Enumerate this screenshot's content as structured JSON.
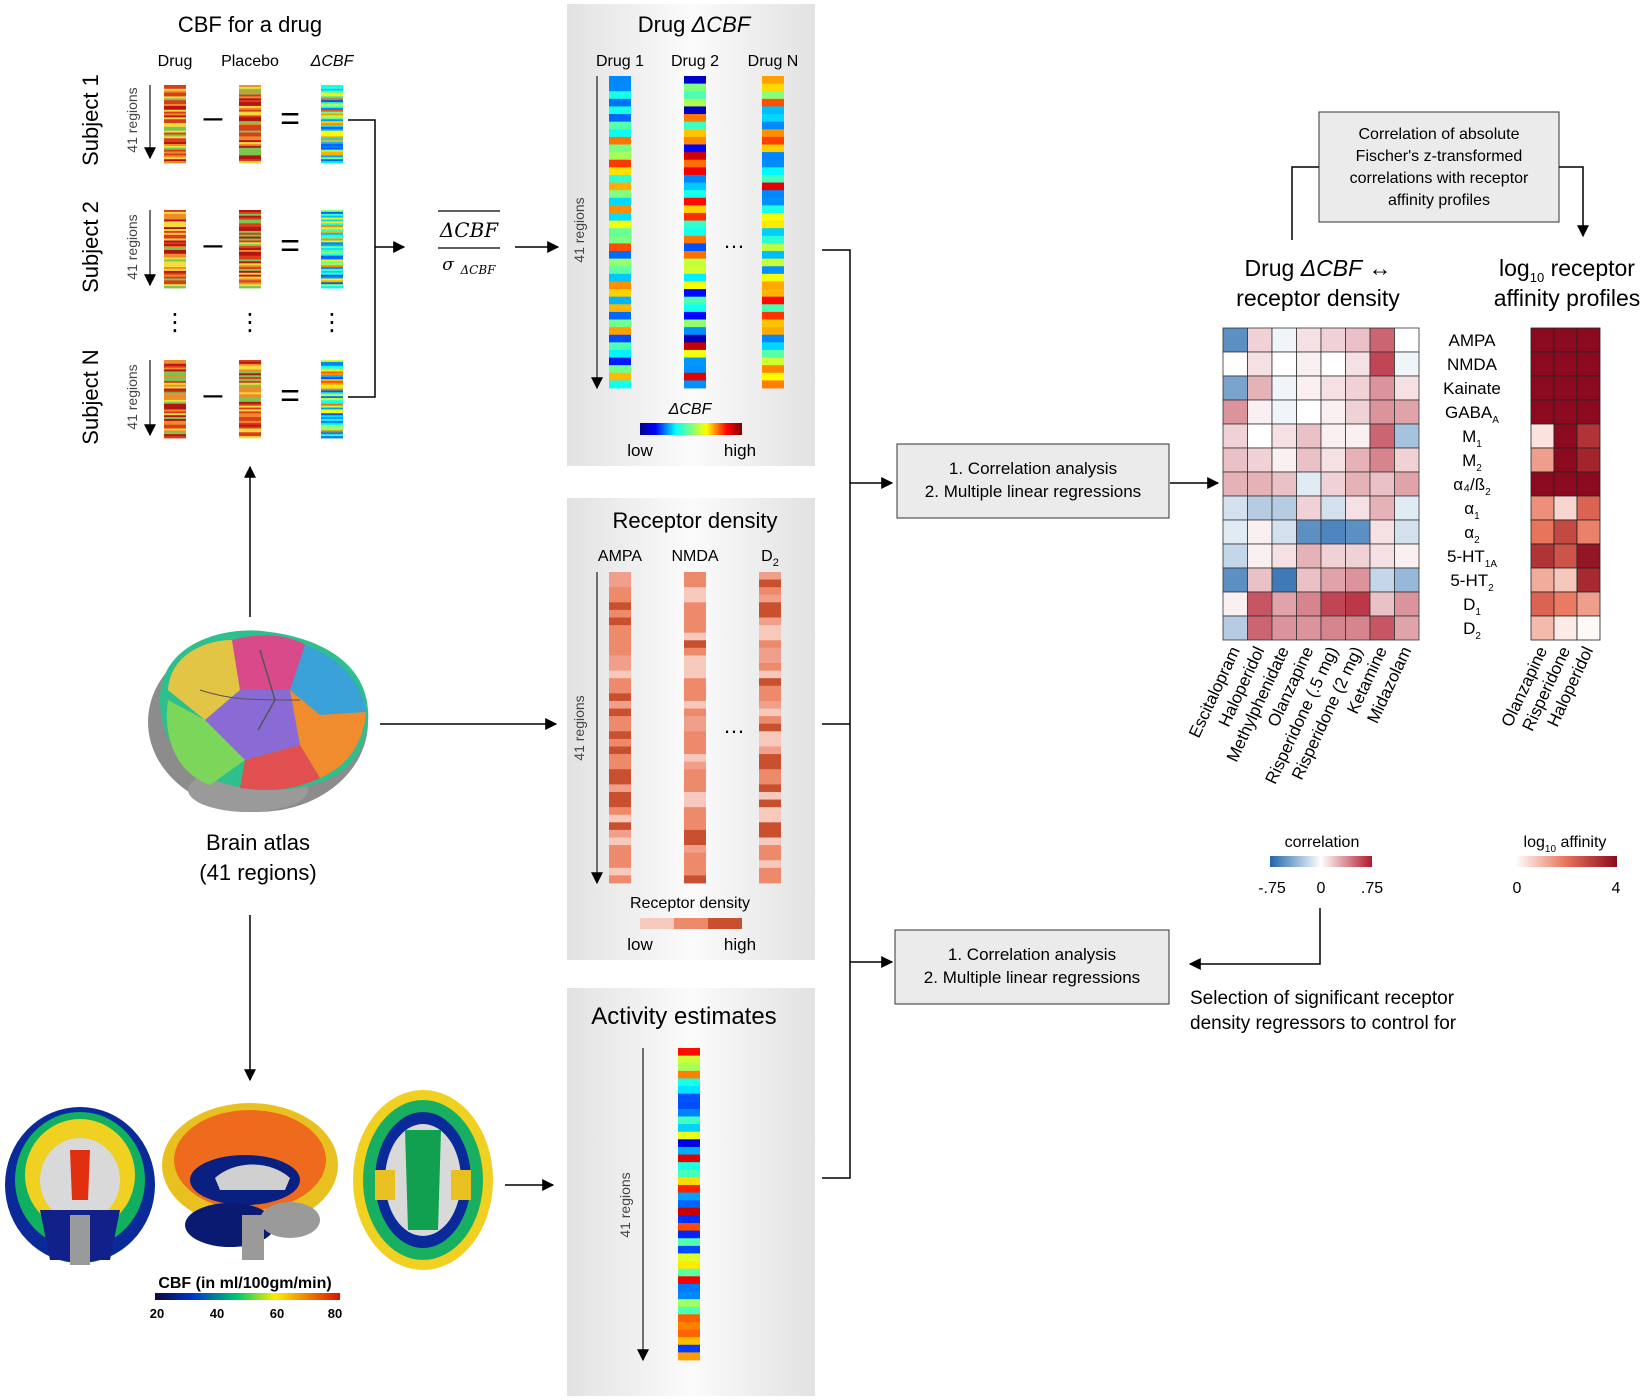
{
  "cbf_section": {
    "title": "CBF for a drug",
    "col_labels": [
      "Drug",
      "Placebo",
      "ΔCBF"
    ],
    "subjects": [
      "Subject 1",
      "Subject 2",
      "Subject N"
    ],
    "regions_label": "41 regions",
    "minus": "–",
    "equals": "=",
    "ellipsis": "⋮"
  },
  "normalization": {
    "numerator": "ΔCBF",
    "denominator": "σ",
    "denominator_sub": "ΔCBF"
  },
  "drug_dcbf": {
    "title_prefix": "Drug ",
    "title_italic": "ΔCBF",
    "col_labels": [
      "Drug 1",
      "Drug 2",
      "Drug N"
    ],
    "regions_label": "41 regions",
    "ellipsis": "…",
    "colorbar_label": "ΔCBF",
    "low": "low",
    "high": "high"
  },
  "receptor_density": {
    "title": "Receptor density",
    "col_labels": [
      "AMPA",
      "NMDA",
      "D"
    ],
    "d_sub": "2",
    "regions_label": "41 regions",
    "ellipsis": "…",
    "colorbar_label": "Receptor density",
    "low": "low",
    "high": "high"
  },
  "activity": {
    "title": "Activity estimates",
    "regions_label": "41 regions"
  },
  "brain_atlas": {
    "line1": "Brain atlas",
    "line2": "(41 regions)"
  },
  "cbf_map": {
    "label": "CBF (in ml/100gm/min)",
    "ticks": [
      "20",
      "40",
      "60",
      "80"
    ]
  },
  "analysis_box_1": {
    "line1": "1. Correlation analysis",
    "line2": "2. Multiple linear regressions"
  },
  "analysis_box_2": {
    "line1": "1. Correlation analysis",
    "line2": "2. Multiple linear regressions"
  },
  "fisher_box": {
    "lines": [
      "Correlation of absolute",
      "Fischer's z-transformed",
      "correlations with receptor",
      "affinity profiles"
    ]
  },
  "heatmap_corr": {
    "title_line1_prefix": "Drug ",
    "title_line1_italic": "ΔCBF",
    "title_line1_suffix": " ↔",
    "title_line2": "receptor density",
    "drugs": [
      "Escitalopram",
      "Haloperidol",
      "Methylphenidate",
      "Olanzapine",
      "Risperidone (.5 mg)",
      "Risperidone (2 mg)",
      "Ketamine",
      "Midazolam"
    ],
    "colorbar_label": "correlation",
    "ticks": [
      "-.75",
      "0",
      ".75"
    ]
  },
  "heatmap_affinity": {
    "title_line1": "log",
    "title_line1_sub": "10",
    "title_line1_suffix": " receptor",
    "title_line2": "affinity profiles",
    "receptors": [
      {
        "base": "AMPA",
        "sub": ""
      },
      {
        "base": "NMDA",
        "sub": ""
      },
      {
        "base": "Kainate",
        "sub": ""
      },
      {
        "base": "GABA",
        "sub": "A"
      },
      {
        "base": "M",
        "sub": "1"
      },
      {
        "base": "M",
        "sub": "2"
      },
      {
        "base": "α₄/ß",
        "sub": "2"
      },
      {
        "base": "α",
        "sub": "1"
      },
      {
        "base": "α",
        "sub": "2"
      },
      {
        "base": "5-HT",
        "sub": "1A"
      },
      {
        "base": "5-HT",
        "sub": "2"
      },
      {
        "base": "D",
        "sub": "1"
      },
      {
        "base": "D",
        "sub": "2"
      }
    ],
    "drugs": [
      "Olanzapine",
      "Risperidone",
      "Haloperidol"
    ],
    "colorbar_label": "log",
    "colorbar_label_sub": "10",
    "colorbar_label_suffix": " affinity",
    "ticks": [
      "0",
      "4"
    ]
  },
  "selection_note": {
    "line1": "Selection of significant receptor",
    "line2": "density regressors to control for"
  },
  "colors": {
    "panel_bg": "#ececec",
    "corr_neg": "#2166ac",
    "corr_pos": "#b2182b",
    "affinity_high": "#8b0a1f",
    "receptor_low": "#f7c8bc",
    "receptor_high": "#c9502e"
  },
  "chart_data": [
    {
      "type": "heatmap",
      "title": "Drug ΔCBF ↔ receptor density",
      "rows": [
        "AMPA",
        "NMDA",
        "Kainate",
        "GABAA",
        "M1",
        "M2",
        "α4/ß2",
        "α1",
        "α2",
        "5-HT1A",
        "5-HT2",
        "D1",
        "D2"
      ],
      "columns": [
        "Escitalopram",
        "Haloperidol",
        "Methylphenidate",
        "Olanzapine",
        "Risperidone (.5 mg)",
        "Risperidone (2 mg)",
        "Ketamine",
        "Midazolam"
      ],
      "range": [
        -0.75,
        0.75
      ],
      "values": [
        [
          -0.55,
          0.15,
          -0.05,
          0.1,
          0.15,
          0.2,
          0.5,
          0.0
        ],
        [
          0.0,
          0.1,
          0.0,
          0.05,
          0.0,
          0.1,
          0.6,
          -0.05
        ],
        [
          -0.45,
          0.25,
          -0.05,
          0.05,
          0.1,
          0.15,
          0.35,
          0.1
        ],
        [
          0.35,
          0.05,
          -0.05,
          0.0,
          0.05,
          0.15,
          0.35,
          0.3
        ],
        [
          0.15,
          0.0,
          0.1,
          0.2,
          0.05,
          0.05,
          0.5,
          -0.3
        ],
        [
          0.2,
          0.15,
          0.05,
          0.2,
          0.1,
          0.25,
          0.4,
          0.15
        ],
        [
          0.25,
          0.25,
          0.2,
          -0.1,
          0.15,
          0.25,
          0.2,
          0.3
        ],
        [
          -0.15,
          -0.25,
          -0.25,
          0.15,
          -0.15,
          0.1,
          0.25,
          -0.1
        ],
        [
          -0.1,
          0.05,
          -0.15,
          -0.55,
          -0.6,
          -0.55,
          0.1,
          -0.15
        ],
        [
          -0.2,
          0.05,
          0.1,
          0.25,
          0.15,
          0.15,
          0.1,
          0.05
        ],
        [
          -0.55,
          0.2,
          -0.65,
          0.2,
          0.3,
          0.35,
          -0.2,
          -0.35
        ],
        [
          0.05,
          0.55,
          0.3,
          0.4,
          0.6,
          0.65,
          0.2,
          0.35
        ],
        [
          -0.25,
          0.5,
          0.35,
          0.35,
          0.4,
          0.4,
          0.55,
          0.3
        ]
      ]
    },
    {
      "type": "heatmap",
      "title": "log10 receptor affinity profiles",
      "rows": [
        "AMPA",
        "NMDA",
        "Kainate",
        "GABAA",
        "M1",
        "M2",
        "α4/ß2",
        "α1",
        "α2",
        "5-HT1A",
        "5-HT2",
        "D1",
        "D2"
      ],
      "columns": [
        "Olanzapine",
        "Risperidone",
        "Haloperidol"
      ],
      "range": [
        0,
        4
      ],
      "values": [
        [
          4,
          4,
          4
        ],
        [
          4,
          4,
          4
        ],
        [
          4,
          4,
          4
        ],
        [
          4,
          4,
          4
        ],
        [
          0.4,
          4,
          3.2
        ],
        [
          1.4,
          4,
          3.5
        ],
        [
          4,
          4,
          4
        ],
        [
          1.6,
          0.6,
          2.3
        ],
        [
          2.0,
          2.8,
          1.8
        ],
        [
          3.2,
          2.6,
          3.8
        ],
        [
          1.2,
          0.8,
          3.4
        ],
        [
          2.3,
          1.9,
          1.4
        ],
        [
          1.0,
          0.3,
          0.1
        ]
      ]
    }
  ]
}
